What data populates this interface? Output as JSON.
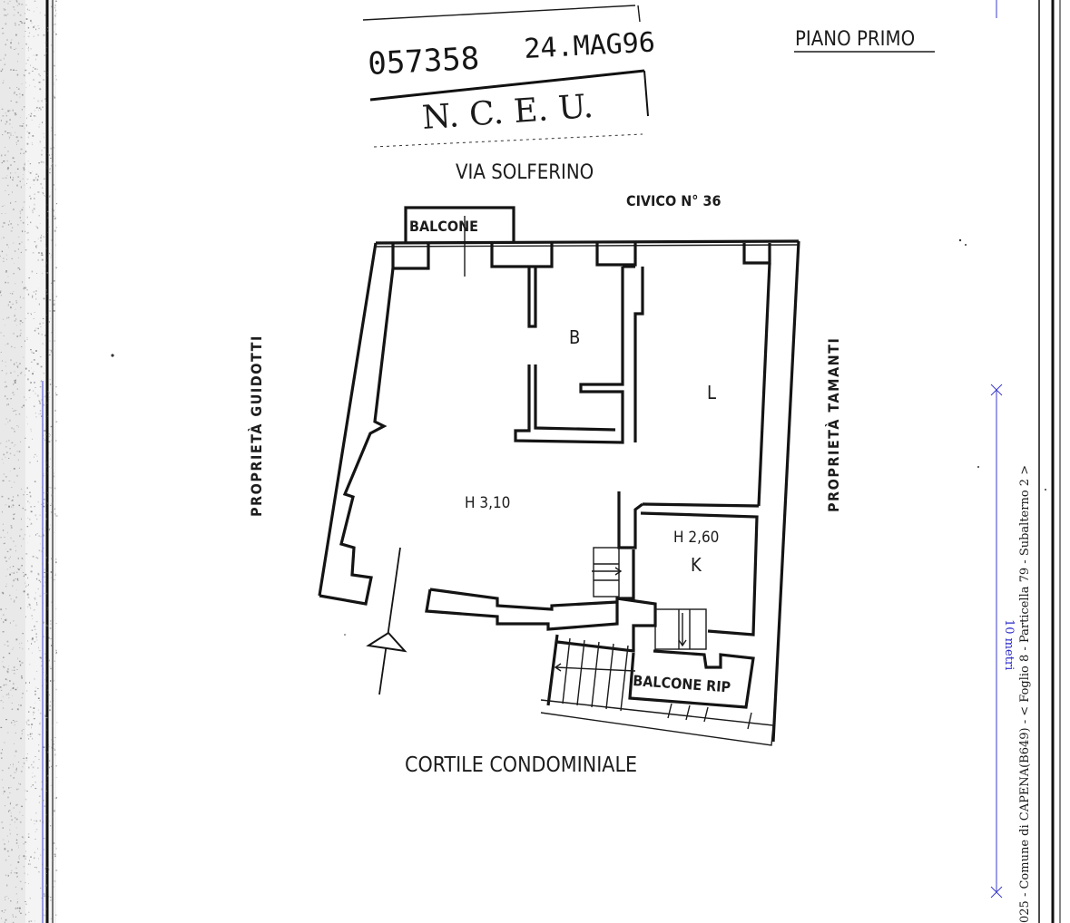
{
  "stamp": {
    "protocol_number": "057358",
    "date": "24.MAG96",
    "registry": "N. C. E. U."
  },
  "floor_label": "PIANO PRIMO",
  "street": "VIA SOLFERINO",
  "civic_number": "CIVICO N° 36",
  "balcony_label": "BALCONE",
  "balcony_rip_label": "BALCONE RIP",
  "room_b": "B",
  "room_l": "L",
  "room_k": "K",
  "height_main": "H 3,10",
  "height_kitchen": "H 2,60",
  "neighbor_left": "PROPRIETÀ GUIDOTTI",
  "neighbor_right": "PROPRIETÀ TAMANTI",
  "courtyard": "CORTILE CONDOMINIALE",
  "side_caption": "025 - Comune di CAPENA(B649) - < Foglio 8 - Particella 79 - Subalterno 2 >",
  "scale_label": "10 metri"
}
